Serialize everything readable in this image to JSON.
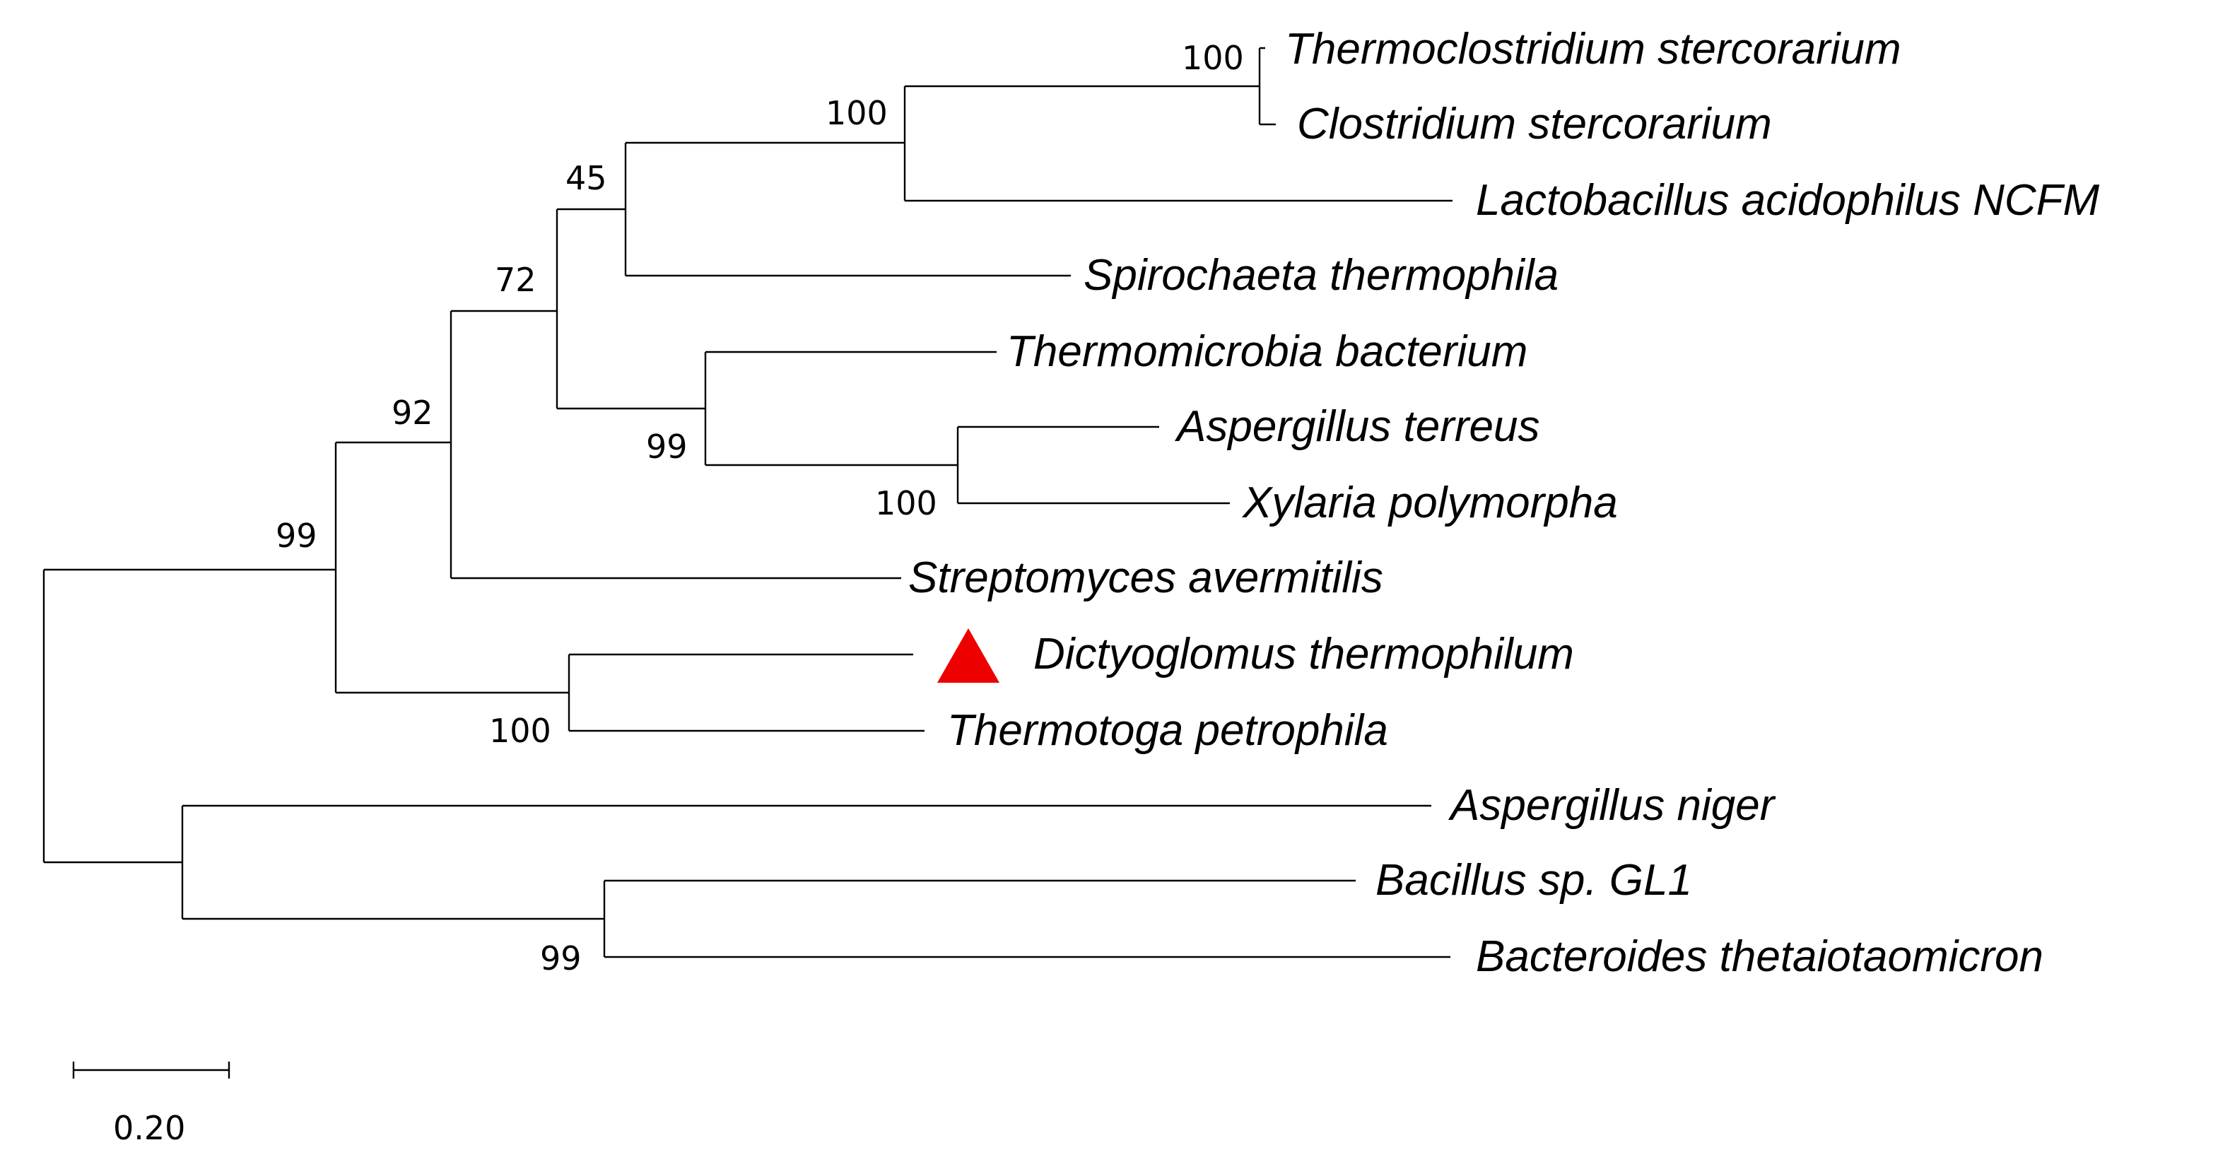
{
  "tree": {
    "taxa": [
      {
        "id": "t1",
        "label": "Thermoclostridium stercorarium"
      },
      {
        "id": "t2",
        "label": "Clostridium stercorarium"
      },
      {
        "id": "t3",
        "label": "Lactobacillus acidophilus NCFM"
      },
      {
        "id": "t4",
        "label": "Spirochaeta thermophila"
      },
      {
        "id": "t5",
        "label": "Thermomicrobia bacterium"
      },
      {
        "id": "t6",
        "label": "Aspergillus terreus"
      },
      {
        "id": "t7",
        "label": "Xylaria polymorpha"
      },
      {
        "id": "t8",
        "label": "Streptomyces avermitilis"
      },
      {
        "id": "t9",
        "label": "Dictyoglomus thermophilum",
        "marker": "red-triangle",
        "marker_color": "#ee0000"
      },
      {
        "id": "t10",
        "label": "Thermotoga petrophila"
      },
      {
        "id": "t11",
        "label": "Aspergillus niger"
      },
      {
        "id": "t12",
        "label": "Bacillus sp. GL1"
      },
      {
        "id": "t13",
        "label": "Bacteroides thetaiotaomicron"
      }
    ],
    "bootstrap": [
      {
        "id": "b1",
        "clade": "t1-t2",
        "value": "100"
      },
      {
        "id": "b2",
        "clade": "t1-t3",
        "value": "100"
      },
      {
        "id": "b3",
        "clade": "t1-t4",
        "value": "45"
      },
      {
        "id": "b4",
        "clade": "t1-t7",
        "value": "72"
      },
      {
        "id": "b5",
        "clade": "t1-t8",
        "value": "92"
      },
      {
        "id": "b6",
        "clade": "t5-t7",
        "value": "99"
      },
      {
        "id": "b7",
        "clade": "t6-t7",
        "value": "100"
      },
      {
        "id": "b8",
        "clade": "t1-t10",
        "value": "99"
      },
      {
        "id": "b9",
        "clade": "t9-t10",
        "value": "100"
      },
      {
        "id": "b10",
        "clade": "t12-t13",
        "value": "99"
      }
    ],
    "scale_bar": {
      "label": "0.20",
      "value": 0.2
    }
  }
}
